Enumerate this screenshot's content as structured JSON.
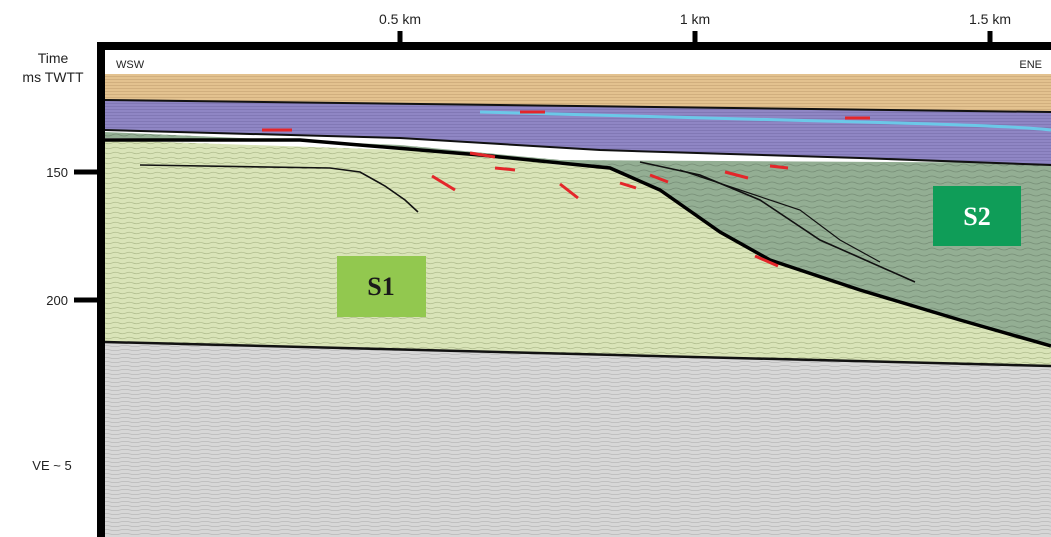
{
  "top_axis": {
    "ticks": [
      {
        "label": "0.5 km",
        "km": 0.5
      },
      {
        "label": "1 km",
        "km": 1.0
      },
      {
        "label": "1.5 km",
        "km": 1.5
      }
    ]
  },
  "left_axis": {
    "title_line1": "Time",
    "title_line2": "ms TWTT",
    "ticks": [
      {
        "label": "150",
        "ms": 150
      },
      {
        "label": "200",
        "ms": 200
      }
    ],
    "note": "VE ~ 5"
  },
  "directions": {
    "left": "WSW",
    "right": "ENE"
  },
  "units": {
    "s1": {
      "label": "S1",
      "color": "#92c84f"
    },
    "s2": {
      "label": "S2",
      "color": "#0f9d58"
    }
  },
  "colors": {
    "upper_tan": "#e3c28f",
    "purple_band": "#8f86c4",
    "cyan_reflector": "#6bc8e8",
    "dark_green_unit": "#93ae93",
    "light_green_unit": "#d9e4b8",
    "basement_grey": "#d7d7d7",
    "arrow_red": "#e4262a"
  }
}
